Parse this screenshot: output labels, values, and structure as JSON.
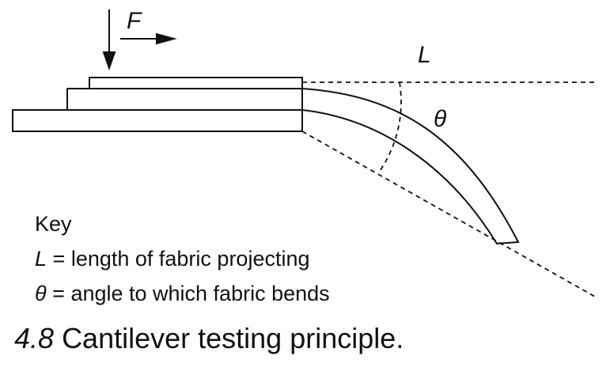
{
  "diagram": {
    "labels": {
      "force": "F",
      "length": "L",
      "angle": "θ"
    },
    "key": {
      "heading": "Key",
      "entries": [
        {
          "symbol": "L",
          "text": "= length of fabric projecting"
        },
        {
          "symbol": "θ",
          "text": "= angle to which fabric bends"
        }
      ]
    },
    "caption": {
      "number": "4.8",
      "text": "Cantilever testing principle."
    }
  }
}
